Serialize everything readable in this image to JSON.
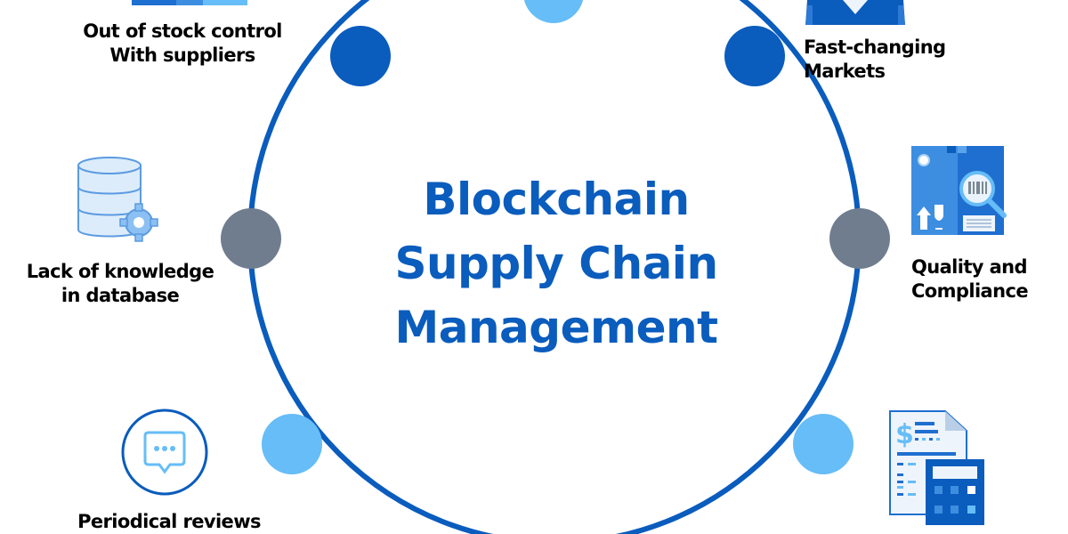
{
  "diagram": {
    "title_lines": [
      "Blockchain",
      "Supply Chain",
      "Management"
    ],
    "colors": {
      "ring": "#0a5cbd",
      "node_dark": "#0a5cbd",
      "node_gray": "#6f7d8f",
      "node_light": "#66bdf7",
      "title": "#0a5cbd",
      "label": "#000000"
    },
    "nodes": [
      {
        "id": "top",
        "color": "light"
      },
      {
        "id": "top-left",
        "color": "dark"
      },
      {
        "id": "top-right",
        "color": "dark"
      },
      {
        "id": "left",
        "color": "gray"
      },
      {
        "id": "right",
        "color": "gray"
      },
      {
        "id": "bottom-left",
        "color": "light"
      },
      {
        "id": "bottom-right",
        "color": "light"
      }
    ],
    "items": [
      {
        "position": "top-left",
        "icon": "box-icon",
        "lines": [
          "Out of stock control",
          "With suppliers"
        ]
      },
      {
        "position": "top-right",
        "icon": "person-icon",
        "lines": [
          "Fast-changing",
          "Markets"
        ]
      },
      {
        "position": "left",
        "icon": "database-gear-icon",
        "lines": [
          "Lack of knowledge",
          "in database"
        ]
      },
      {
        "position": "right",
        "icon": "quality-inspection-icon",
        "lines": [
          "Quality and",
          "Compliance"
        ]
      },
      {
        "position": "bottom-left",
        "icon": "chat-bubble-icon",
        "lines": [
          "Periodical reviews"
        ]
      },
      {
        "position": "bottom-right",
        "icon": "invoice-calculator-icon",
        "lines": []
      }
    ]
  }
}
